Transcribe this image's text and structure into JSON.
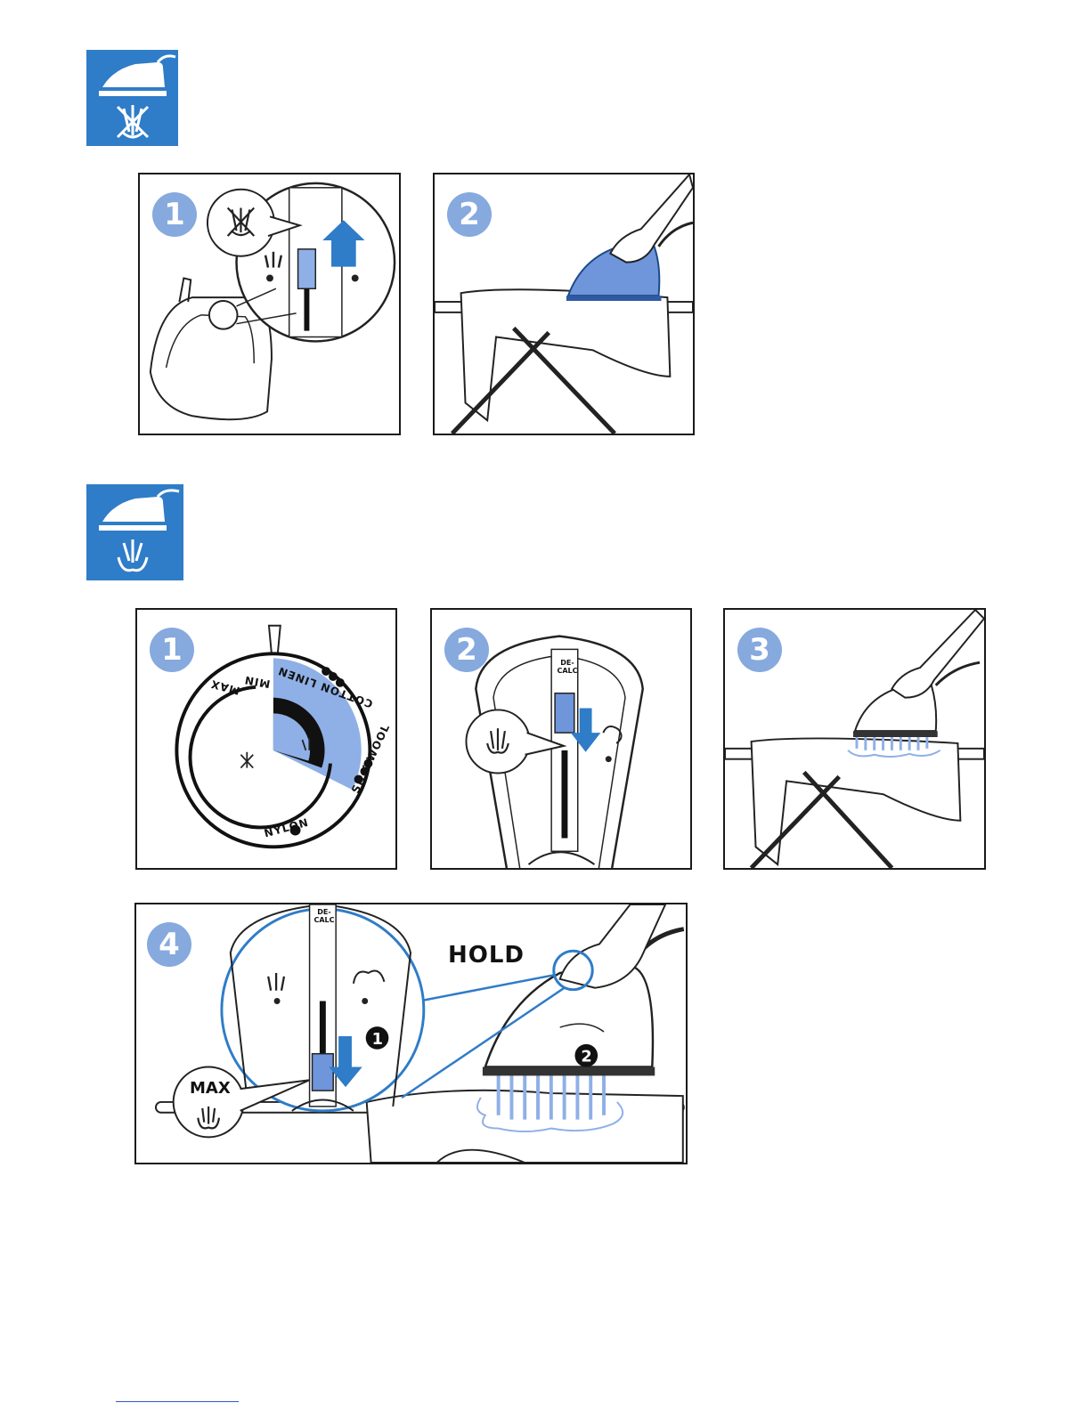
{
  "section1": {
    "icon": "iron-no-steam-icon",
    "steps": [
      {
        "number": "1",
        "indicator_icon": "no-steam-icon"
      },
      {
        "number": "2"
      }
    ]
  },
  "section2": {
    "icon": "iron-shot-of-steam-icon",
    "steps": [
      {
        "number": "1",
        "dial_labels": [
          "MAX",
          "MIN",
          "COTTON LINEN",
          "SILK WOOL",
          "NYLON"
        ]
      },
      {
        "number": "2",
        "slider_label": "DE-\nCALC"
      },
      {
        "number": "3"
      },
      {
        "number": "4",
        "hold_text": "HOLD",
        "max_text": "MAX",
        "slider_label": "DE-\nCALC",
        "callouts": [
          "1",
          "2"
        ]
      }
    ]
  },
  "colors": {
    "accent_blue": "#2f7cc8",
    "badge_blue": "#86a9de",
    "light_blue": "#8fb0e6"
  }
}
